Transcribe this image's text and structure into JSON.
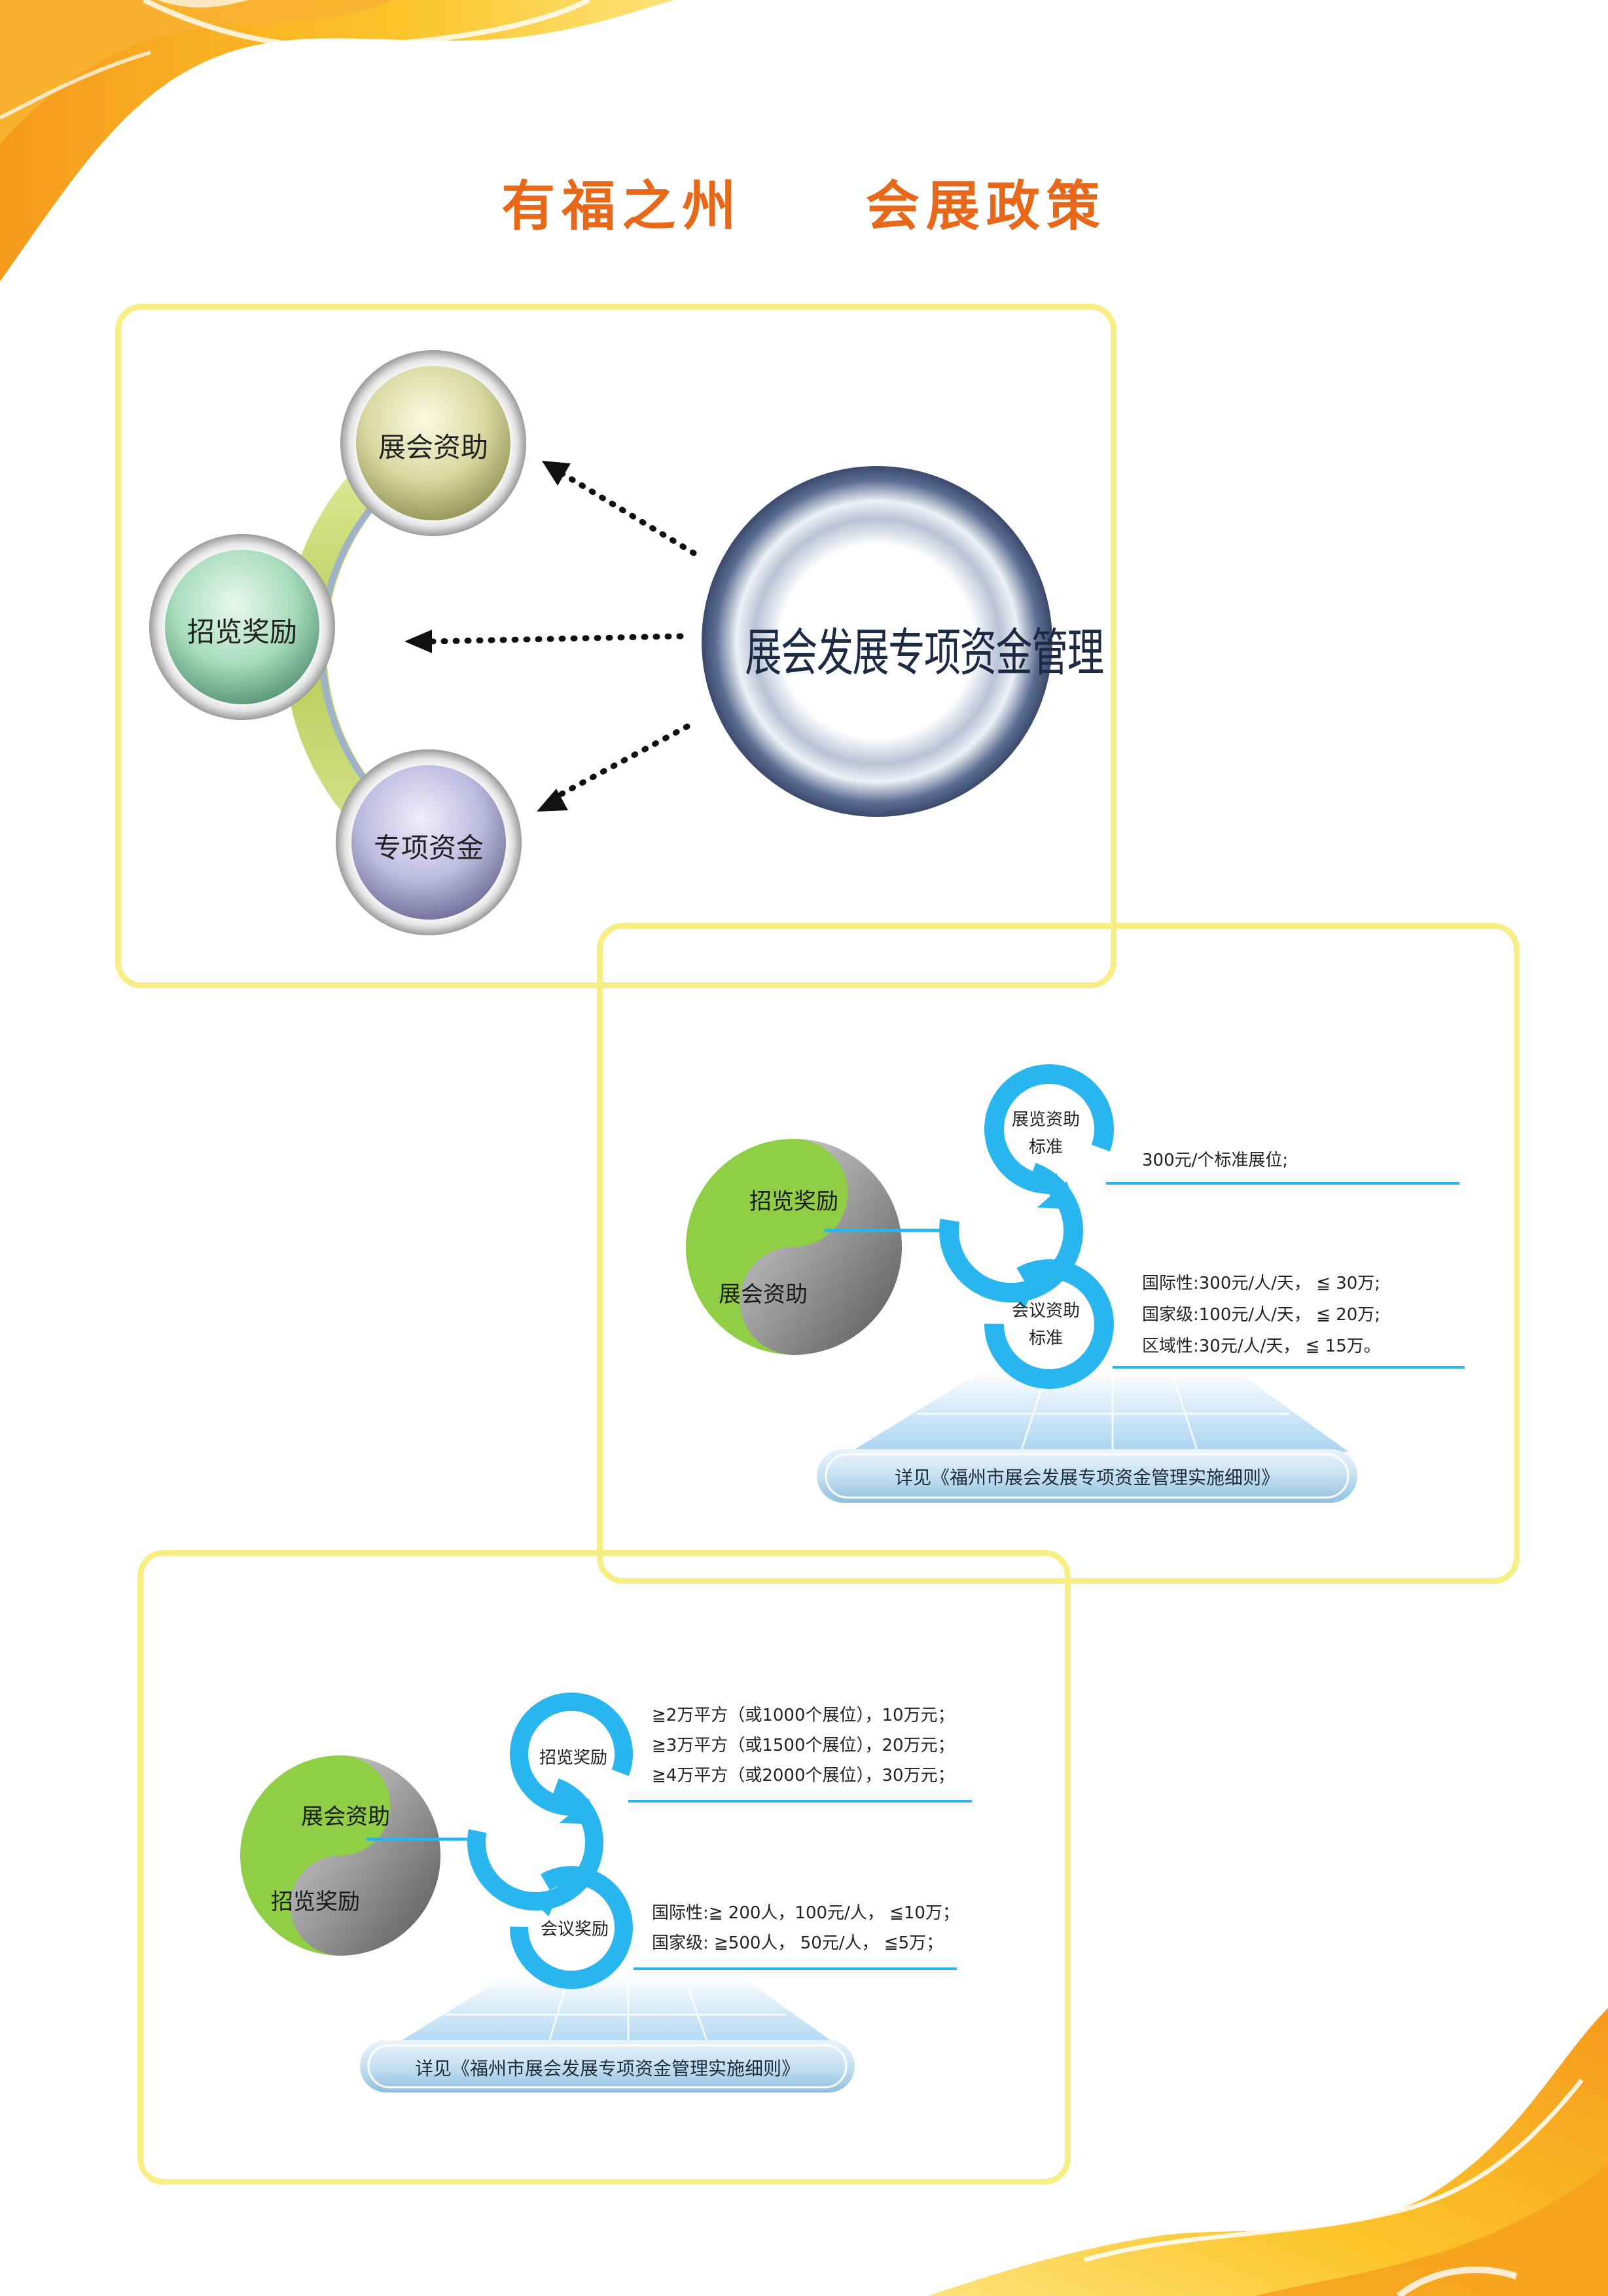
{
  "title": {
    "left": "有福之州",
    "right": "会展政策"
  },
  "panel1": {
    "center": "展会发展专项资金管理",
    "nodes": [
      "展会资助",
      "招览奖励",
      "专项资金"
    ]
  },
  "panel2": {
    "yin_top": "招览奖励",
    "yin_bottom": "展会资助",
    "ring1_label": "展览资助标准",
    "ring1_line1": "展览资助",
    "ring1_line2": "标准",
    "ring2_line1": "会议资助",
    "ring2_line2": "标准",
    "info1": "300元/个标准展位;",
    "info2": [
      "国际性:300元/人/天，  ≦  30万;",
      "国家级:100元/人/天，  ≦  20万;",
      "区域性:30元/人/天，  ≦  15万。"
    ],
    "ref": "详见《福州市展会发展专项资金管理实施细则》"
  },
  "panel3": {
    "yin_top": "展会资助",
    "yin_bottom": "招览奖励",
    "ring1": "招览奖励",
    "ring2": "会议奖励",
    "info1": [
      "≧2万平方（或1000个展位），10万元；",
      "≧3万平方（或1500个展位），20万元；",
      "≧4万平方（或2000个展位），30万元；"
    ],
    "info2": [
      "国际性:≧ 200人，100元/人，  ≦10万；",
      "国家级: ≧500人，  50元/人，  ≦5万；"
    ],
    "ref": "详见《福州市展会发展专项资金管理实施细则》"
  },
  "colors": {
    "title": "#e8681a",
    "panel_border": "#f7ee86",
    "ring_blue": "#29b6ee",
    "leaf_green": "#8fce45",
    "deco_orange": "#f7a51a",
    "deco_yellow": "#fcd434"
  }
}
